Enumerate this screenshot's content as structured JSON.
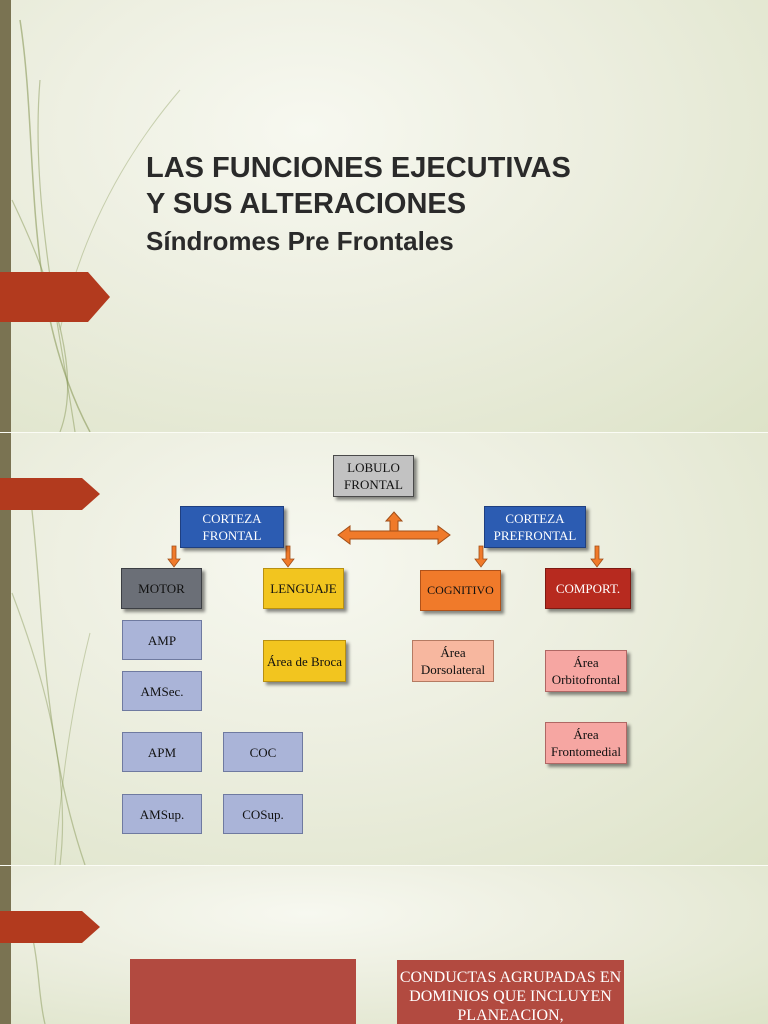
{
  "slide1": {
    "title_line1": "LAS FUNCIONES EJECUTIVAS",
    "title_line2": "Y SUS ALTERACIONES",
    "subtitle": "Síndromes Pre Frontales"
  },
  "slide2": {
    "lobulo": "LOBULO FRONTAL",
    "corteza_frontal": "CORTEZA FRONTAL",
    "corteza_prefrontal": "CORTEZA PREFRONTAL",
    "motor": "MOTOR",
    "lenguaje": "LENGUAJE",
    "cognitivo": "COGNITIVO",
    "comport": "COMPORT.",
    "amp": "AMP",
    "amsec": "AMSec.",
    "apm": "APM",
    "amsup": "AMSup.",
    "coc": "COC",
    "cosup": "COSup.",
    "broca": "Área de Broca",
    "dorsolateral": "Área Dorsolateral",
    "orbitofrontal": "Área Orbitofrontal",
    "frontomedial": "Área Frontomedial"
  },
  "slide3": {
    "conductas": "CONDUCTAS AGRUPADAS EN DOMINIOS QUE INCLUYEN PLANEACION,"
  },
  "colors": {
    "accent_tag": "#b23a1e",
    "left_bar": "#7a7352"
  }
}
